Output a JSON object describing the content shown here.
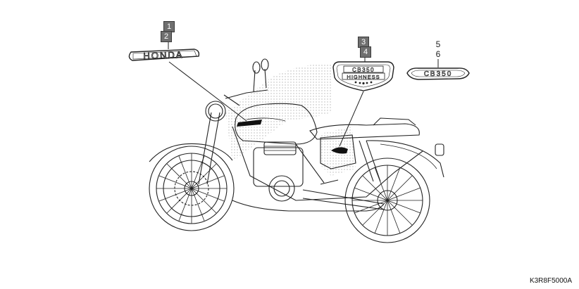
{
  "callouts": {
    "c1": "1",
    "c2": "2",
    "c3": "3",
    "c4": "4",
    "c5": "5",
    "c6": "6"
  },
  "emblems": {
    "honda": "HONDA",
    "tank_line1": "CB350",
    "tank_line2": "HIGHNESS",
    "side": "CB350"
  },
  "figure_code": "K3R8F5000A",
  "colors": {
    "callout_fill": "#6f6f6f",
    "line": "#222222",
    "dots": "#b5b5b5"
  }
}
